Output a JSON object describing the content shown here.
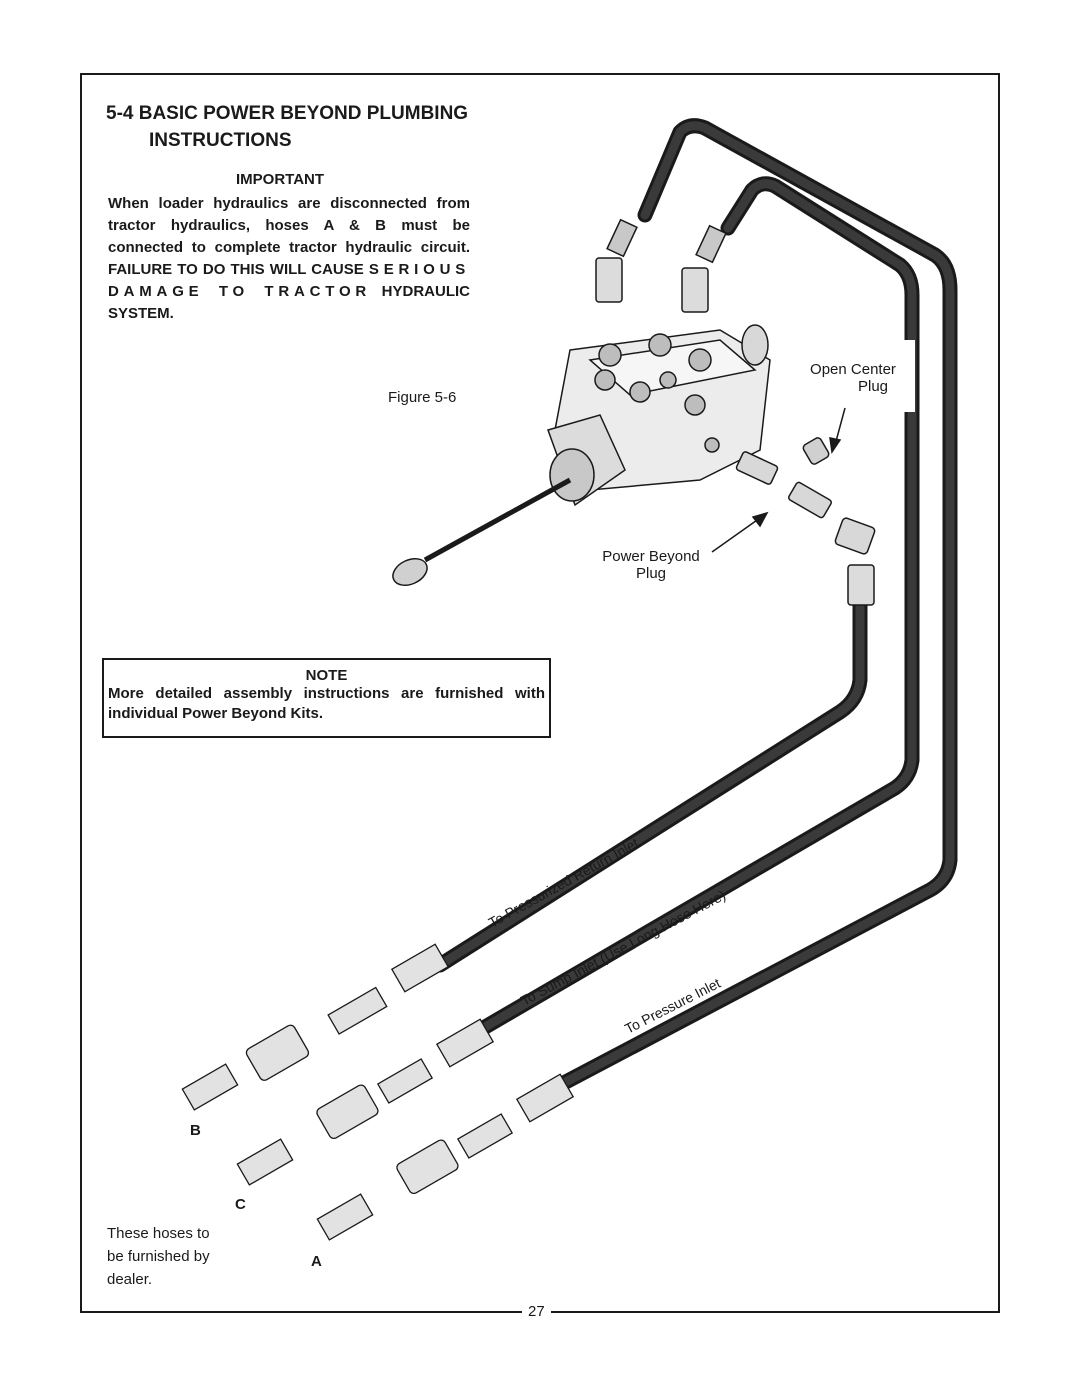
{
  "section": {
    "heading_line1": "5-4 BASIC POWER BEYOND PLUMBING",
    "heading_line2": "INSTRUCTIONS"
  },
  "important": {
    "title": "IMPORTANT",
    "body_part1": "When loader hydraulics are disconnected from tractor hydraulics, hoses A & B must be connected to complete tractor hydraulic circuit. FAILURE TO DO THIS WILL CAUSE",
    "body_part2": "SERIOUS DAMAGE TO TRACTOR",
    "body_part3": "HYDRAULIC SYSTEM."
  },
  "figure": {
    "label": "Figure 5-6",
    "open_center_line1": "Open Center",
    "open_center_line2": "Plug",
    "power_beyond_line1": "Power Beyond",
    "power_beyond_line2": "Plug",
    "hose_return": "To Pressurized Return Inlet",
    "hose_sump": "To Sump Inlet (Use Long Hose Here)",
    "hose_pressure": "To Pressure Inlet",
    "letter_b": "B",
    "letter_c": "C",
    "letter_a": "A"
  },
  "note": {
    "title": "NOTE",
    "body": "More detailed assembly instructions are furnished with individual Power Beyond Kits."
  },
  "dealer": {
    "line1": "These hoses to",
    "line2": "be furnished by",
    "line3": "dealer."
  },
  "page": {
    "number": "27"
  }
}
